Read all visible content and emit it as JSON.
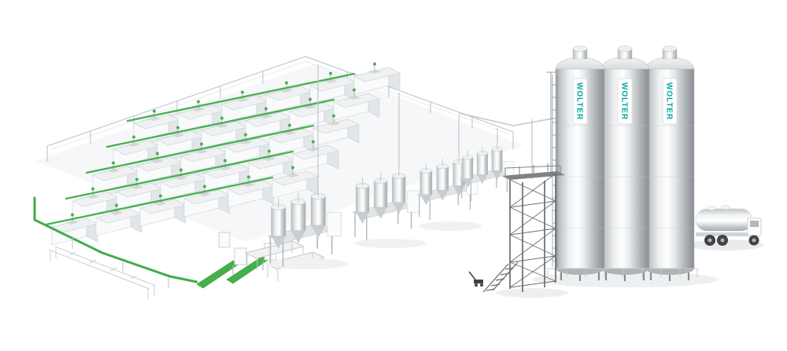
{
  "alt_text": "Isometric 3D rendering of a plastics processing plant: five rows of injection molding machines under a hall frame with green material-conveying lines, central resin drying stations with steel hoppers, overhead piping, a steel access tower with stairs, three outdoor WOLTER stainless-steel silos and a bulk tanker truck.",
  "brand": {
    "name": "WOLTER",
    "accent_teal": "#00A79D",
    "conveyor_green": "#3FAE49"
  },
  "colors": {
    "background": "#FFFFFF",
    "metal_light": "#EEF0F1",
    "metal_dark": "#9BA1A5",
    "frame_gray": "#C9CDD0",
    "truss_gray": "#61666A"
  },
  "silos": [
    {
      "label": "WOLTER"
    },
    {
      "label": "WOLTER"
    },
    {
      "label": "WOLTER"
    }
  ],
  "equipment": {
    "molding_machine_rows": 5,
    "machines_per_row": 6,
    "drying_stations": 4,
    "silo_count": 3,
    "tanker_trucks": 1,
    "incline_conveyors": 2
  }
}
